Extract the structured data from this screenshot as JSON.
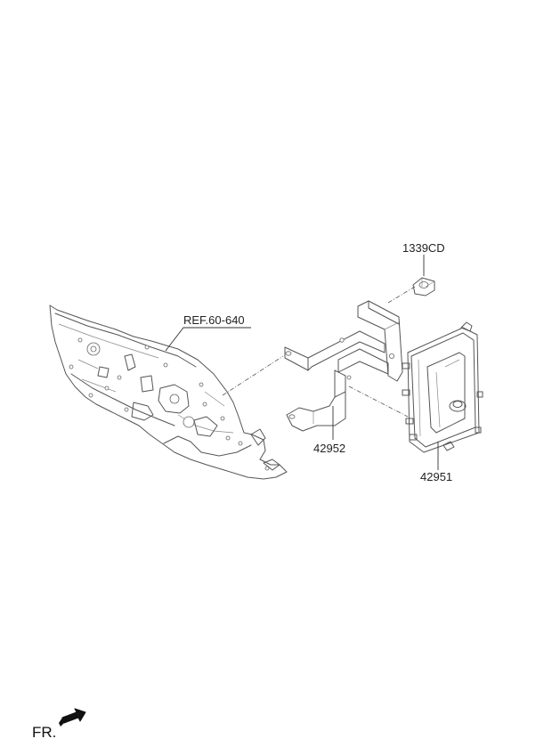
{
  "labels": {
    "nut": "1339CD",
    "reference": "REF.60-640",
    "bracket": "42952",
    "module": "42951",
    "front": "FR."
  },
  "icons": {
    "front_arrow": "front-arrow-icon"
  },
  "colors": {
    "line": "#555555",
    "module_shade": "#bdbdbd",
    "text": "#222222"
  }
}
